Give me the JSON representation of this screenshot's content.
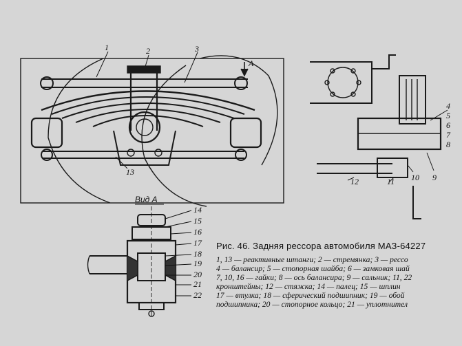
{
  "caption": {
    "title": "Рис. 46. Задняя рессора автомобиля МАЗ-64227",
    "lines": [
      "1, 13 — реактивные штанги; 2 — стремянка; 3 — рессо",
      "4 — балансир; 5 — стопорная шайба; 6 — замковая шай",
      "7, 10, 16 — гайки; 8 — ось балансира; 9 — сальник; 11, 22",
      "кронштейны; 12 — стяжка; 14 — палец; 15 — шплин",
      "17 — втулка; 18 — сферический подшипник; 19 — обой",
      "подшипника; 20 — стопорное кольцо; 21 — уплотнител"
    ]
  },
  "view_label": "Вид А",
  "arrow_label": "А",
  "callouts": {
    "top": [
      "1",
      "2",
      "3"
    ],
    "c13": "13",
    "right": [
      "4",
      "5",
      "6",
      "7",
      "8"
    ],
    "bottom_right": [
      "12",
      "11",
      "10",
      "9"
    ],
    "view": [
      "14",
      "15",
      "16",
      "17",
      "18",
      "19",
      "20",
      "21",
      "22"
    ]
  }
}
